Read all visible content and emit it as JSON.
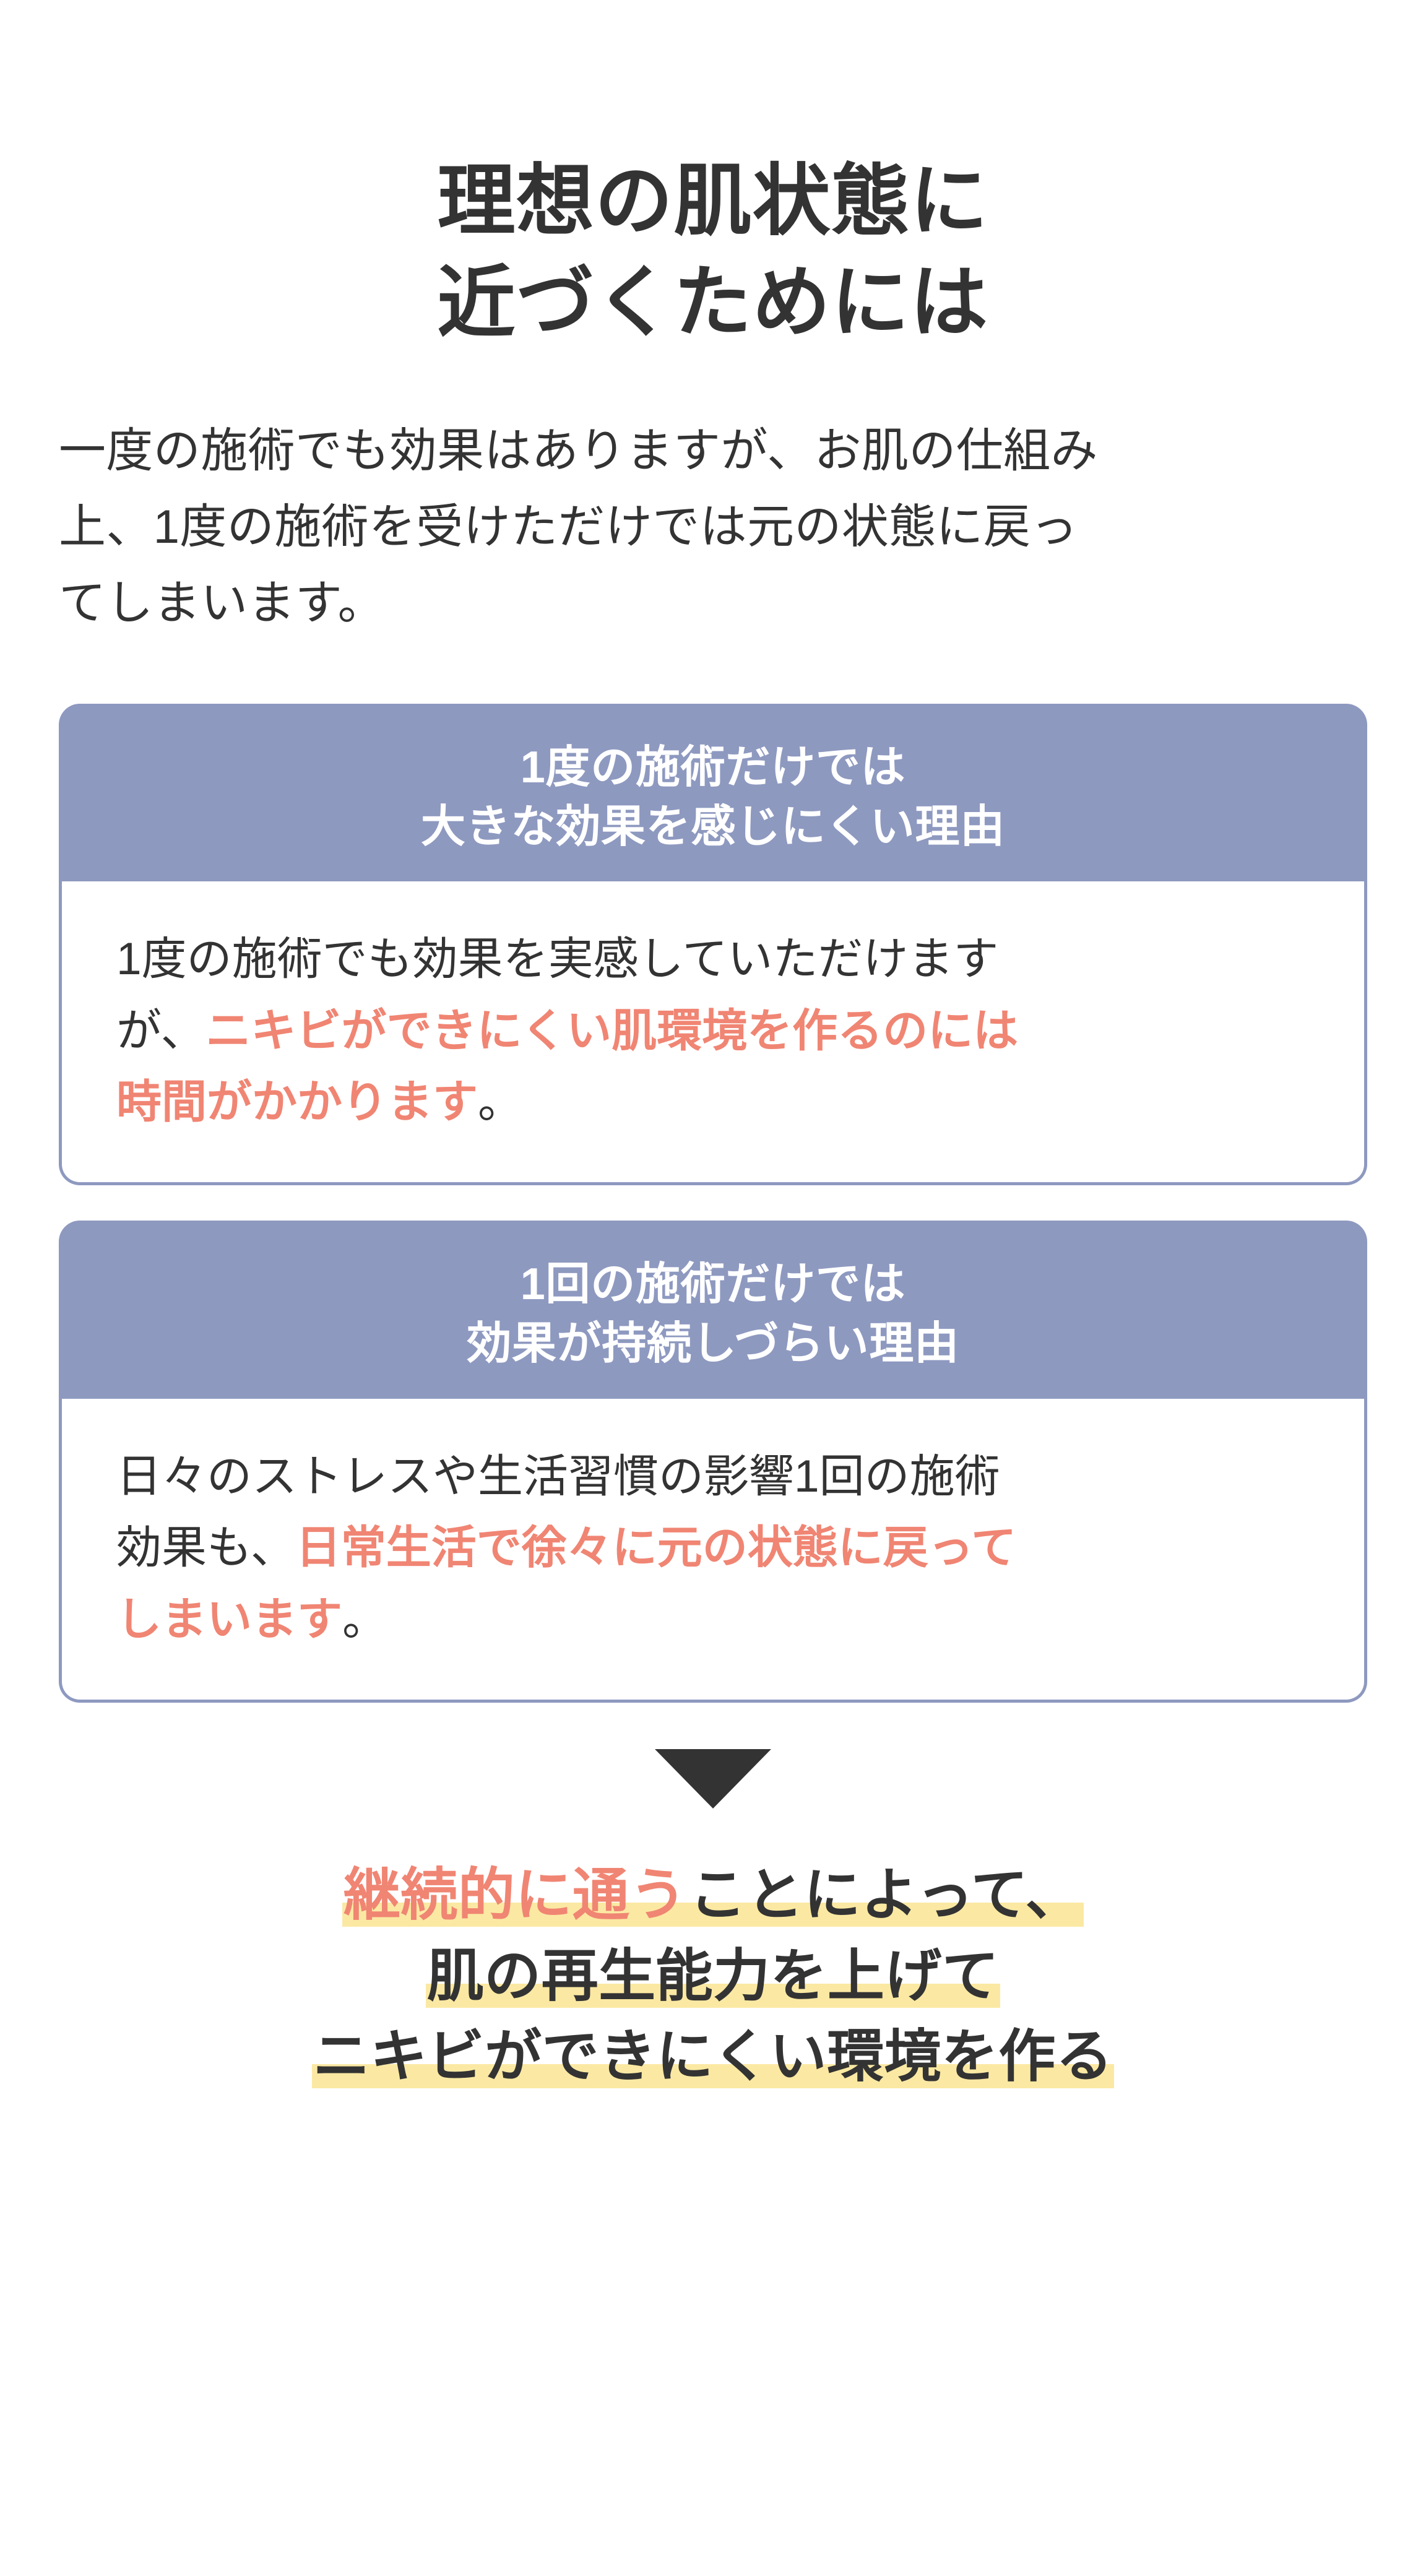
{
  "colors": {
    "ink": "#333333",
    "periwinkle": "#8E99C0",
    "coral": "#F08573",
    "highlight_yellow": "#FBE9A3",
    "paper": "#FFFFFF"
  },
  "title": {
    "line1": "理想の肌状態に",
    "line2": "近づくためには"
  },
  "intro": {
    "line1": "一度の施術でも効果はありますが、お肌の仕組み",
    "line2": "上、1度の施術を受けただけでは元の状態に戻っ",
    "line3": "てしまいます。"
  },
  "cards": [
    {
      "head_line1": "1度の施術だけでは",
      "head_line2": "大きな効果を感じにくい理由",
      "body": {
        "line1_plain": "1度の施術でも効果を実感していただけます",
        "line2_plain": "が、",
        "line2_hl": "ニキビができにくい肌環境を作るのには",
        "line3_hl": "時間がかかります",
        "line3_plain": "。"
      }
    },
    {
      "head_line1": "1回の施術だけでは",
      "head_line2": "効果が持続しづらい理由",
      "body": {
        "line1_plain": "日々のストレスや生活習慣の影響1回の施術",
        "line2_plain": "効果も、",
        "line2_hl": "日常生活で徐々に元の状態に戻って",
        "line3_hl": "しまいます",
        "line3_plain": "。"
      }
    }
  ],
  "arrow": {
    "icon": "triangle-down-icon"
  },
  "conclusion": {
    "line1_coral": "継続的に通う",
    "line1_plain": "ことによって、",
    "line2": "肌の再生能力を上げて",
    "line3": "ニキビができにくい環境を作る"
  }
}
